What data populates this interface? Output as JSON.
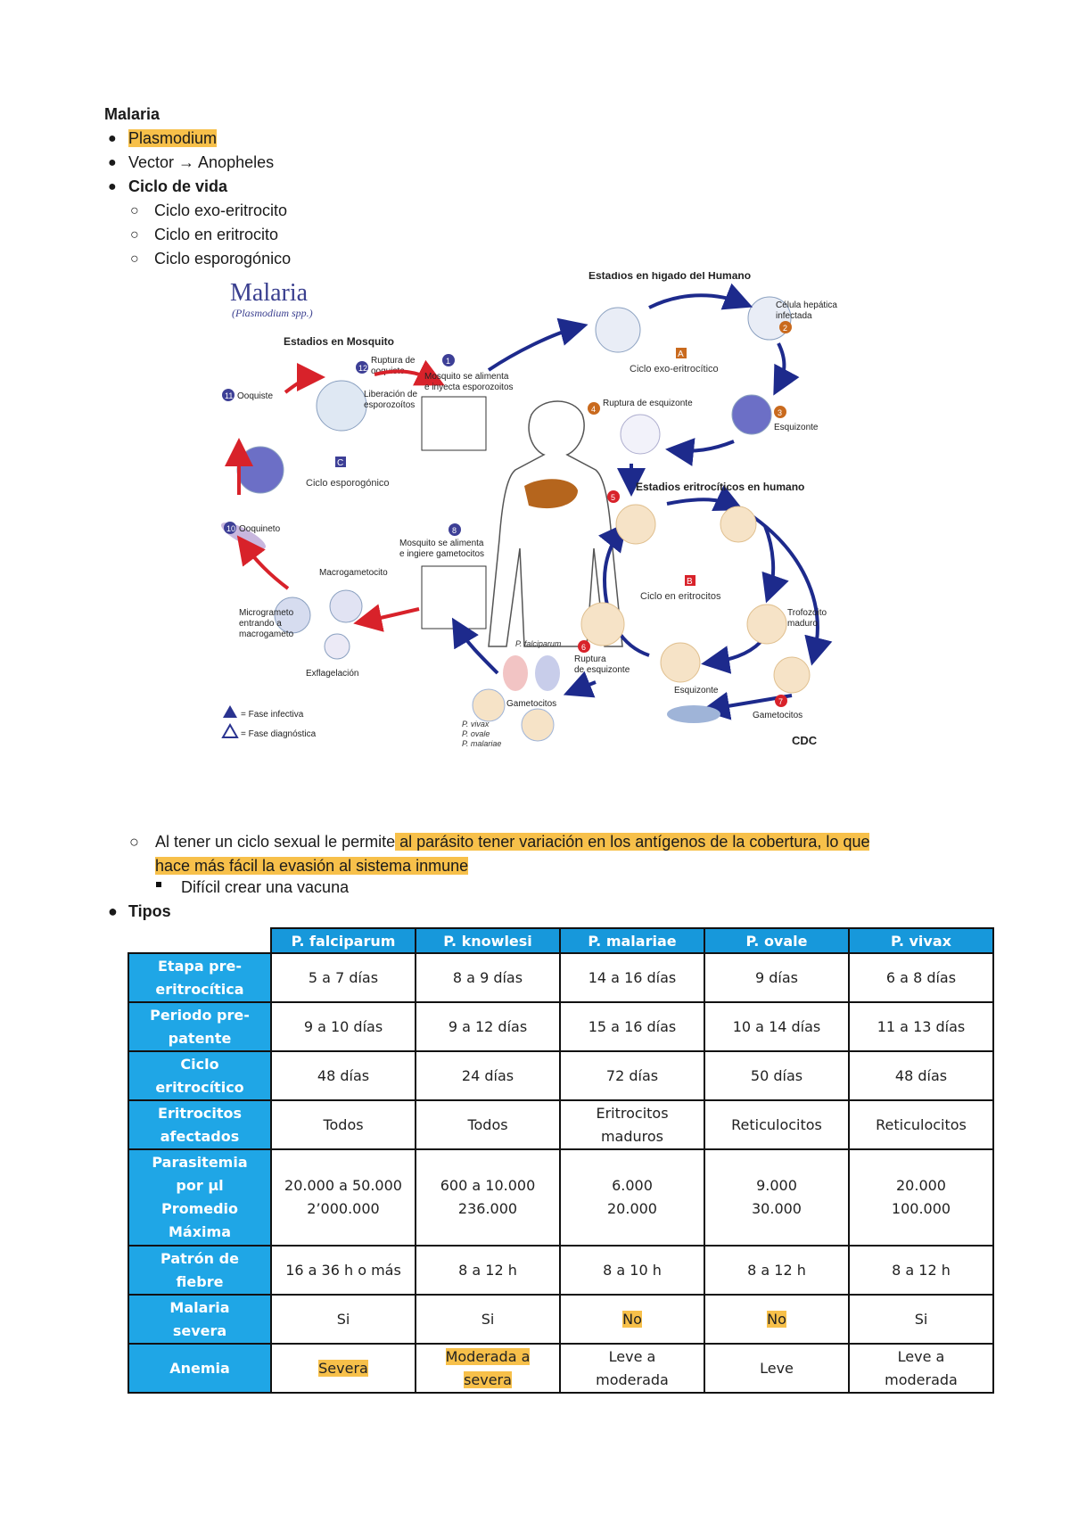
{
  "title": "Malaria",
  "outline": [
    {
      "level": 1,
      "text": "Plasmodium",
      "highlight": true,
      "bold": false
    },
    {
      "level": 1,
      "text": "Vector → Anopheles",
      "highlight": false,
      "bold": false
    },
    {
      "level": 1,
      "text": "Ciclo de vida",
      "highlight": false,
      "bold": true
    },
    {
      "level": 2,
      "text": "Ciclo exo-eritrocito"
    },
    {
      "level": 2,
      "text": "Ciclo en eritrocito"
    },
    {
      "level": 2,
      "text": "Ciclo esporogónico"
    }
  ],
  "diagram": {
    "title": "Malaria",
    "subtitle": "(Plasmodium spp.)",
    "section_mosquito": "Estadios en Mosquito",
    "section_liver": "Estadios en hígado del Humano",
    "section_erythro": "Estadios eritrocíticos en humano",
    "cycle_c": "Ciclo esporogónico",
    "cycle_a": "Ciclo exo-eritrocítico",
    "cycle_b": "Ciclo en eritrocitos",
    "label_c": "C",
    "label_a": "A",
    "label_b": "B",
    "steps": {
      "s1": "Mosquito se alimenta",
      "s1b": "e inyecta esporozoitos",
      "s2": "Célula hepática",
      "s2b": "infectada",
      "s3": "Esquizonte",
      "s4": "Ruptura de esquizonte",
      "s5d": "Trofozoito",
      "s5db": "maduro",
      "s6": "Ruptura",
      "s6b": "de esquizonte",
      "s7": "Gametocitos",
      "s7b": "Gametocitos",
      "s8": "Mosquito se alimenta",
      "s8b": "e ingiere gametocitos",
      "s9": "Microgrameto",
      "s9b": "entrando a",
      "s9c": "macrogameto",
      "s9d": "Macrogametocito",
      "exfl": "Exflagelación",
      "s10": "Ooquineto",
      "s11": "Ooquiste",
      "s12": "Ruptura de",
      "s12b": "ooquiste",
      "lib": "Liberación de",
      "libb": "esporozoítos",
      "esq2": "Esquizonte",
      "pf": "P. falciparum",
      "pv": "P. vivax",
      "po": "P. ovale",
      "pm": "P. malariae"
    },
    "legend_infective": "= Fase infectiva",
    "legend_diagnostic": "= Fase diagnóstica",
    "credit": "CDC",
    "colors": {
      "arrow_blue": "#1d2a8c",
      "arrow_red": "#d8222a",
      "liver": "#b5651d"
    }
  },
  "note": {
    "plain": "Al tener un ciclo sexual le permite",
    "highlighted_line1": " al parásito tener variación en los antígenos de la cobertura, lo que",
    "highlighted_line2": "hace más fácil la evasión al sistema inmune",
    "sub": "Difícil crear una vacuna"
  },
  "tipos_label": "Tipos",
  "table": {
    "columns": [
      "P. falciparum",
      "P. knowlesi",
      "P. malariae",
      "P. ovale",
      "P. vivax"
    ],
    "rows": [
      {
        "header": [
          "Etapa pre-",
          "eritrocítica"
        ],
        "cells": [
          [
            "5 a 7 días"
          ],
          [
            "8 a 9 días"
          ],
          [
            "14 a 16 días"
          ],
          [
            "9 días"
          ],
          [
            "6 a 8 días"
          ]
        ]
      },
      {
        "header": [
          "Periodo pre-",
          "patente"
        ],
        "cells": [
          [
            "9 a 10 días"
          ],
          [
            "9 a 12 días"
          ],
          [
            "15 a 16 días"
          ],
          [
            "10 a 14 días"
          ],
          [
            "11 a 13 días"
          ]
        ]
      },
      {
        "header": [
          "Ciclo",
          "eritrocítico"
        ],
        "cells": [
          [
            "48 días"
          ],
          [
            "24 días"
          ],
          [
            "72 días"
          ],
          [
            "50 días"
          ],
          [
            "48 días"
          ]
        ]
      },
      {
        "header": [
          "Eritrocitos",
          "afectados"
        ],
        "cells": [
          [
            "Todos"
          ],
          [
            "Todos"
          ],
          [
            "Eritrocitos",
            "maduros"
          ],
          [
            "Reticulocitos"
          ],
          [
            "Reticulocitos"
          ]
        ]
      },
      {
        "header": [
          "Parasitemia",
          "por µl",
          "Promedio",
          "Máxima"
        ],
        "cells": [
          [
            "20.000 a 50.000",
            "2’000.000"
          ],
          [
            "600 a 10.000",
            "236.000"
          ],
          [
            "6.000",
            "20.000"
          ],
          [
            "9.000",
            "30.000"
          ],
          [
            "20.000",
            "100.000"
          ]
        ]
      },
      {
        "header": [
          "Patrón de",
          "fiebre"
        ],
        "cells": [
          [
            "16 a 36 h o más"
          ],
          [
            "8 a 12 h"
          ],
          [
            "8 a 10 h"
          ],
          [
            "8 a 12 h"
          ],
          [
            "8 a 12 h"
          ]
        ]
      },
      {
        "header": [
          "Malaria",
          "severa"
        ],
        "cells": [
          [
            "Si"
          ],
          [
            "Si"
          ],
          [
            "No"
          ],
          [
            "No"
          ],
          [
            "Si"
          ]
        ],
        "highlight": [
          false,
          false,
          true,
          true,
          false
        ]
      },
      {
        "header": [
          "Anemia"
        ],
        "cells": [
          [
            "Severa"
          ],
          [
            "Moderada a",
            "severa"
          ],
          [
            "Leve a",
            "moderada"
          ],
          [
            "Leve"
          ],
          [
            "Leve a",
            "moderada"
          ]
        ],
        "highlight": [
          true,
          true,
          false,
          false,
          false
        ]
      }
    ],
    "colors": {
      "header_bg": "#1798db",
      "rowhead_bg": "#1fa6e6",
      "highlight": "#f7c04a"
    }
  }
}
